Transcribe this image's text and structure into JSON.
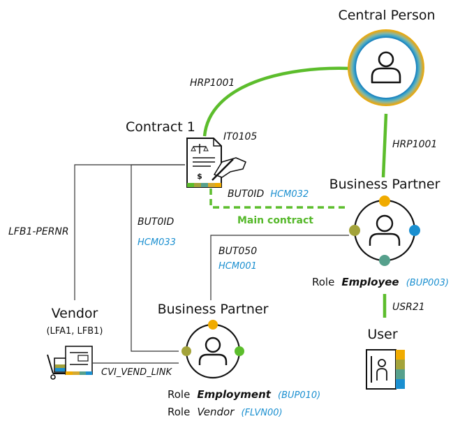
{
  "nodes": {
    "central_person": {
      "title": "Central Person",
      "icon": "person-icon"
    },
    "contract": {
      "title": "Contract 1",
      "icon": "contract-document-icon"
    },
    "bp_employee": {
      "title": "Business Partner",
      "icon": "business-partner-icon",
      "role_prefix": "Role",
      "role_name": "Employee",
      "role_code": "(BUP003)"
    },
    "bp_employment": {
      "title": "Business Partner",
      "icon": "business-partner-icon",
      "role1_prefix": "Role",
      "role1_name": "Employment",
      "role1_code": "(BUP010)",
      "role2_prefix": "Role",
      "role2_name": "Vendor",
      "role2_code": "(FLVN00)"
    },
    "vendor": {
      "title": "Vendor",
      "subtitle": "(LFA1, LFB1)",
      "icon": "vendor-cart-icon"
    },
    "user": {
      "title": "User",
      "icon": "user-badge-icon"
    }
  },
  "edges": {
    "hrp1001_contract": "HRP1001",
    "hrp1001_bp": "HRP1001",
    "it0105": "IT0105",
    "but0id_contract_bp": "BUT0ID",
    "hcm032": "HCM032",
    "main_contract": "Main contract",
    "but0id_left": "BUT0ID",
    "hcm033": "HCM033",
    "but050": "BUT050",
    "hcm001": "HCM001",
    "lfb1_pernr": "LFB1-PERNR",
    "usr21": "USR21",
    "cvi_vend_link": "CVI_VEND_LINK"
  },
  "colors": {
    "green_link": "#5cbd2c",
    "gray_line": "#333333",
    "blue_code": "#1a8fd0",
    "ring_yellow": "#f0ab00",
    "ring_teal": "#56a08c",
    "ring_blue": "#1a8fd0",
    "ring_olive": "#a3a33a",
    "ring_green": "#5cbd2c"
  }
}
